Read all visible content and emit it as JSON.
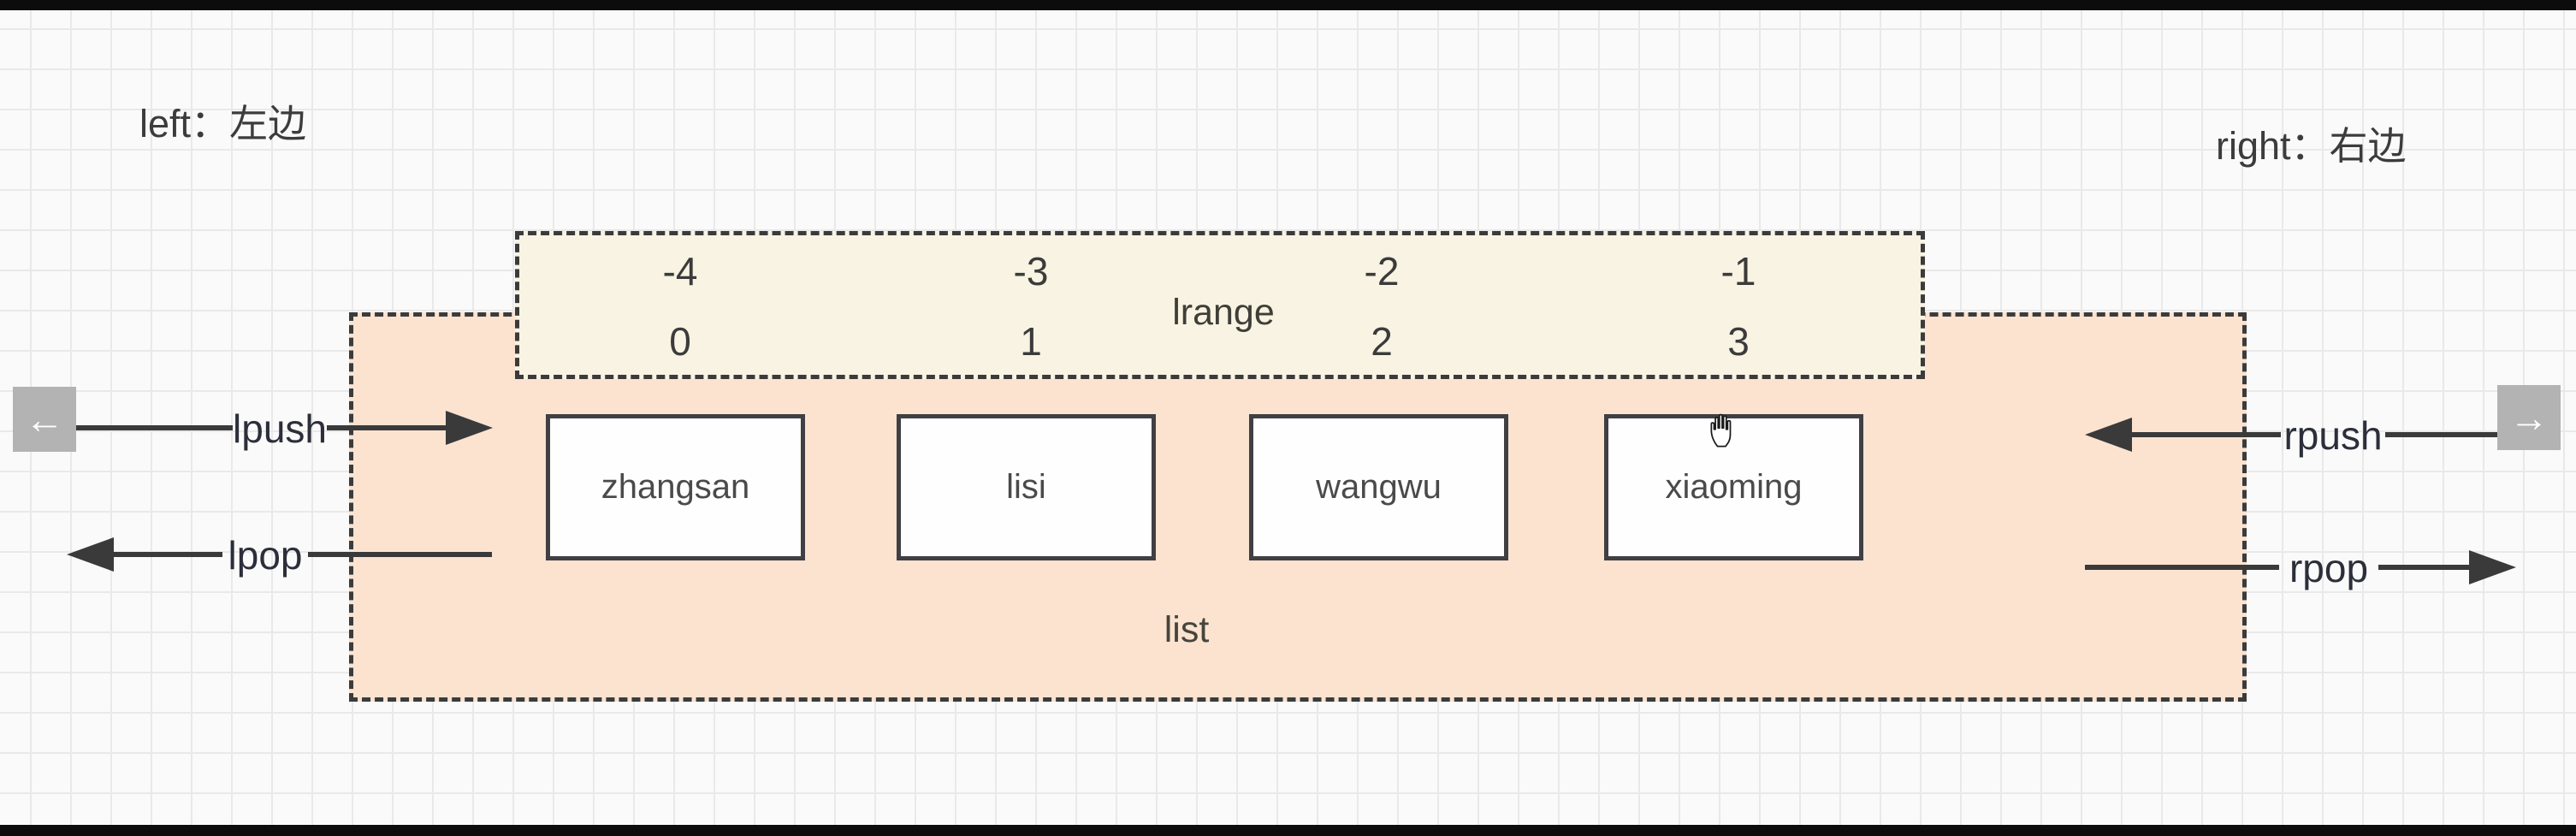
{
  "notes": {
    "left": "left：左边",
    "right": "right：右边"
  },
  "lrange": {
    "label": "lrange",
    "negative_indices": [
      "-4",
      "-3",
      "-2",
      "-1"
    ],
    "positive_indices": [
      "0",
      "1",
      "2",
      "3"
    ]
  },
  "list": {
    "label": "list",
    "items": [
      "zhangsan",
      "lisi",
      "wangwu",
      "xiaoming"
    ]
  },
  "operations": {
    "lpush": "lpush",
    "lpop": "lpop",
    "rpush": "rpush",
    "rpop": "rpop"
  },
  "nav": {
    "left_arrow": "←",
    "right_arrow": "→"
  },
  "icons": {
    "cursor": "open-hand-cursor"
  },
  "colors": {
    "lrange_fill": "#f8f3e2",
    "list_fill": "#fbe3d0",
    "dash_border": "#3b3b3b",
    "item_fill": "#fefefe",
    "nav_button": "#b3b3b3",
    "bar": "#0c0c0c"
  }
}
